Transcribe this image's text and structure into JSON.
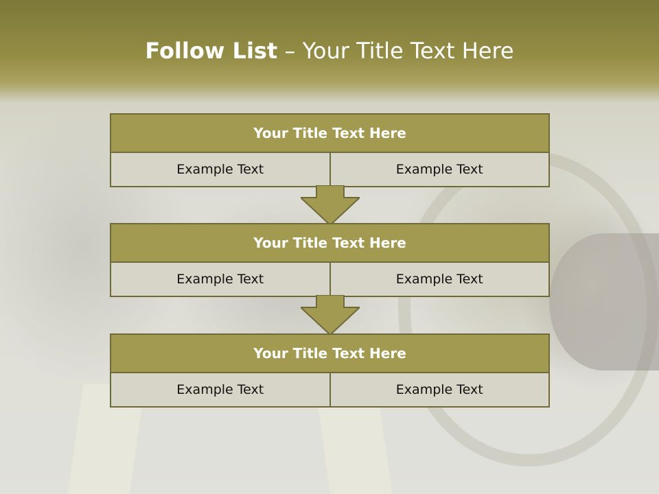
{
  "slide": {
    "title_bold": "Follow List",
    "title_rest": " – Your Title Text Here"
  },
  "blocks": [
    {
      "title": "Your Title Text Here",
      "cells": [
        "Example Text",
        "Example Text"
      ]
    },
    {
      "title": "Your Title Text Here",
      "cells": [
        "Example Text",
        "Example Text"
      ]
    },
    {
      "title": "Your Title Text Here",
      "cells": [
        "Example Text",
        "Example Text"
      ]
    }
  ],
  "colors": {
    "header": "#8b8540",
    "block_title_bg": "#a39a52",
    "block_cell_bg": "#d7d5c7",
    "border": "#6e6a3a",
    "arrow": "#a39a52"
  }
}
